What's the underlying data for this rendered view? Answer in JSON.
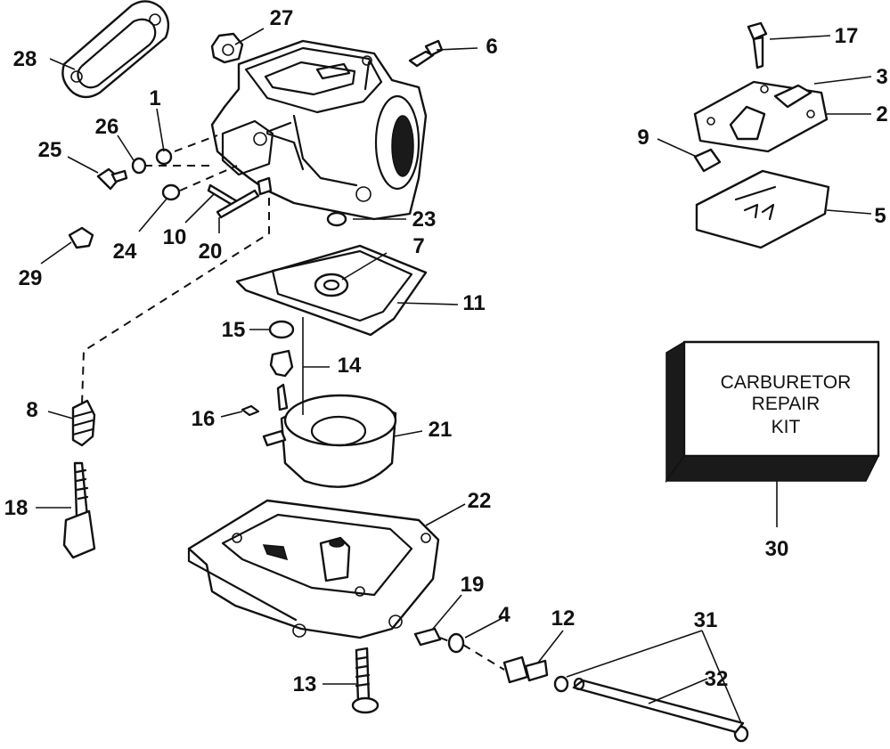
{
  "callouts": [
    "1",
    "2",
    "3",
    "4",
    "5",
    "6",
    "7",
    "8",
    "9",
    "10",
    "11",
    "12",
    "13",
    "14",
    "15",
    "16",
    "17",
    "18",
    "19",
    "20",
    "21",
    "22",
    "23",
    "24",
    "25",
    "26",
    "27",
    "28",
    "29",
    "30",
    "31",
    "32"
  ],
  "kit_box": {
    "line1": "CARBURETOR",
    "line2": "REPAIR",
    "line3": "KIT"
  }
}
